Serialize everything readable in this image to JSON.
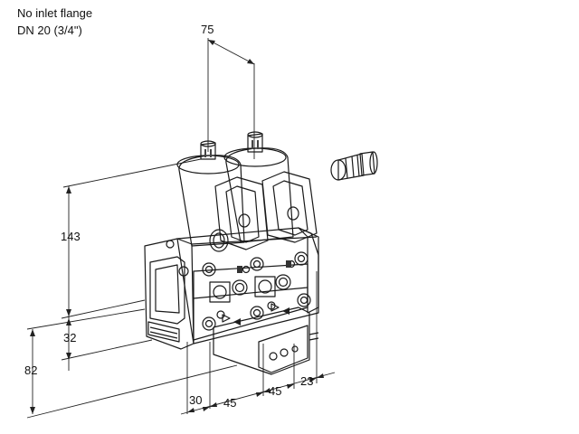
{
  "caption": {
    "line1": "No inlet flange",
    "line2": "DN 20 (3/4\")"
  },
  "dimensions": {
    "top_width": "75",
    "height_upper": "143",
    "height_lower": "32",
    "total_height": "82",
    "bottom_a": "30",
    "bottom_b": "45",
    "bottom_c": "45",
    "bottom_d": "23"
  }
}
